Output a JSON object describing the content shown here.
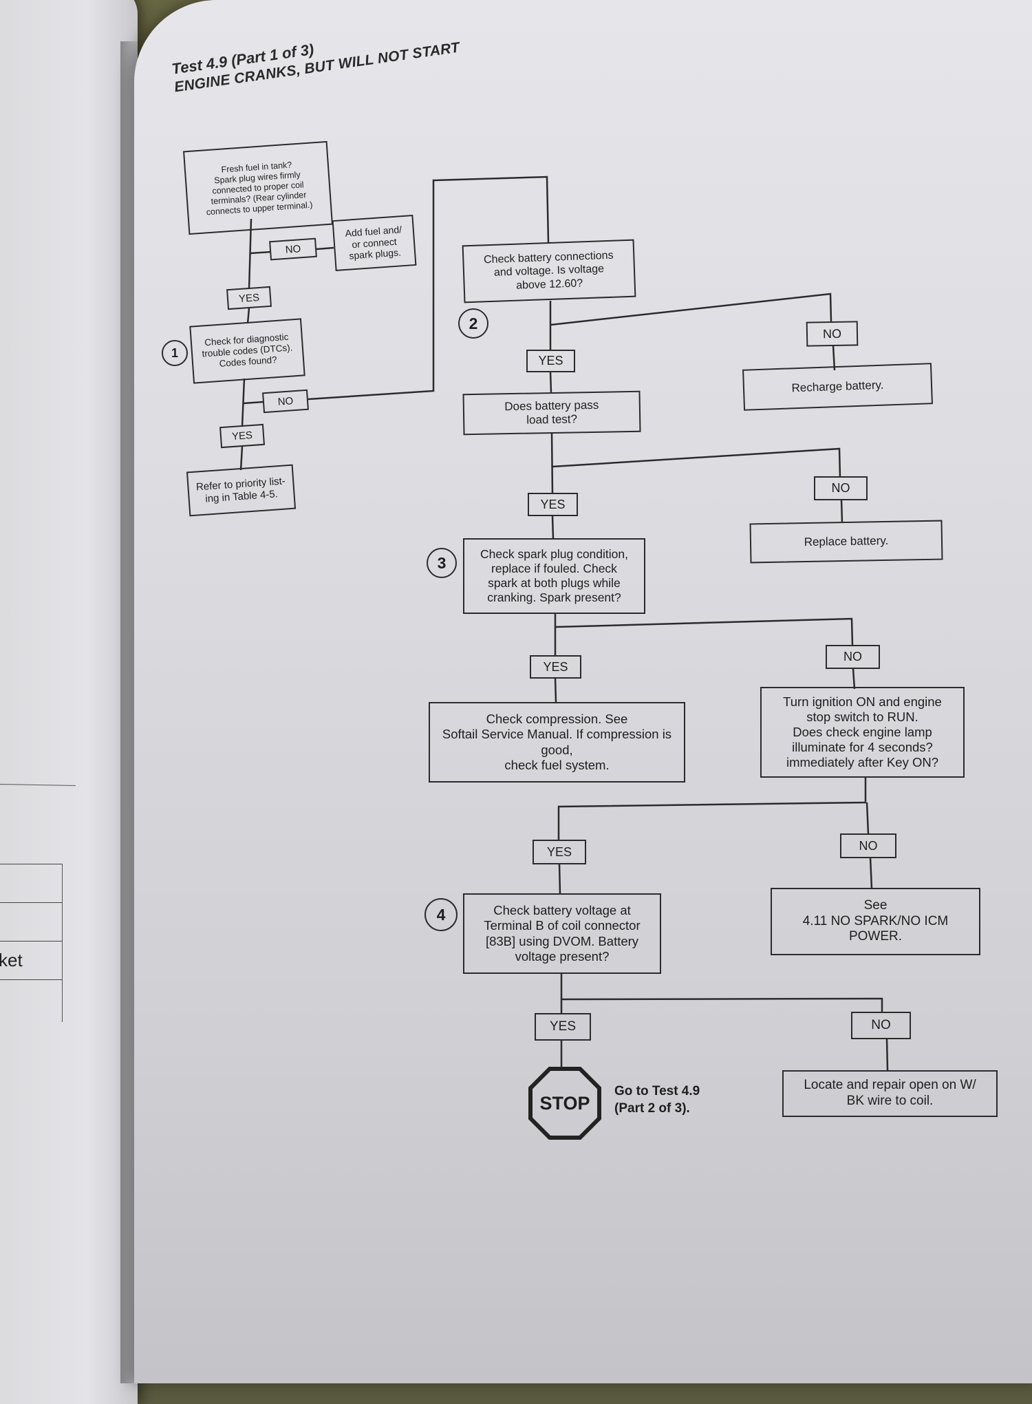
{
  "header": {
    "test_title": "Test 4.9 (Part 1 of 3)",
    "subtitle": "ENGINE CRANKS, BUT WILL NOT START"
  },
  "left_page": {
    "visible_fragment": "ket"
  },
  "flowchart": {
    "steps": [
      {
        "number": "1",
        "text": "Check for diagnostic trouble codes (DTCs). Codes found?"
      },
      {
        "number": "2",
        "text": "Check battery connections and voltage. Is voltage above 12.60?"
      },
      {
        "number": "3",
        "text": "Check spark plug condition, replace if fouled. Check spark at both plugs while cranking. Spark present?"
      },
      {
        "number": "4",
        "text": "Check battery voltage at Terminal B of coil connector [83B] using DVOM. Battery voltage present?"
      }
    ],
    "nodes": {
      "fresh_fuel": "Fresh fuel in tank?\nSpark plug wires firmly\nconnected to proper coil\nterminals? (Rear cylinder\nconnects to upper terminal.)",
      "add_fuel": "Add fuel and/\nor connect\nspark plugs.",
      "check_dtc": "Check for diagnostic\ntrouble codes (DTCs).\nCodes found?",
      "refer_priority": "Refer to priority list-\ning in Table 4-5.",
      "check_battery": "Check battery connections\nand voltage. Is voltage\nabove 12.60?",
      "recharge": "Recharge battery.",
      "load_test": "Does battery pass\nload test?",
      "replace_battery": "Replace battery.",
      "check_spark": "Check spark plug condition,\nreplace if fouled. Check\nspark at both plugs while\ncranking. Spark present?",
      "check_compression": "Check compression. See\nSoftail Service Manual. If compression is\ngood,\ncheck fuel system.",
      "ignition_on": "Turn ignition ON and engine\nstop switch to RUN.\nDoes check engine lamp\nilluminate for 4 seconds?\nimmediately after Key ON?",
      "see_411": "See\n4.11 NO SPARK/NO ICM\nPOWER.",
      "coil_voltage": "Check battery voltage at\nTerminal B of coil connector\n[83B] using DVOM. Battery\nvoltage present?",
      "repair_open": "Locate and repair open on W/\nBK wire to coil.",
      "stop_sign": "STOP",
      "goto_next": "Go to  Test 4.9\n(Part 2 of 3)."
    },
    "labels": {
      "yes": "YES",
      "no": "NO"
    }
  }
}
